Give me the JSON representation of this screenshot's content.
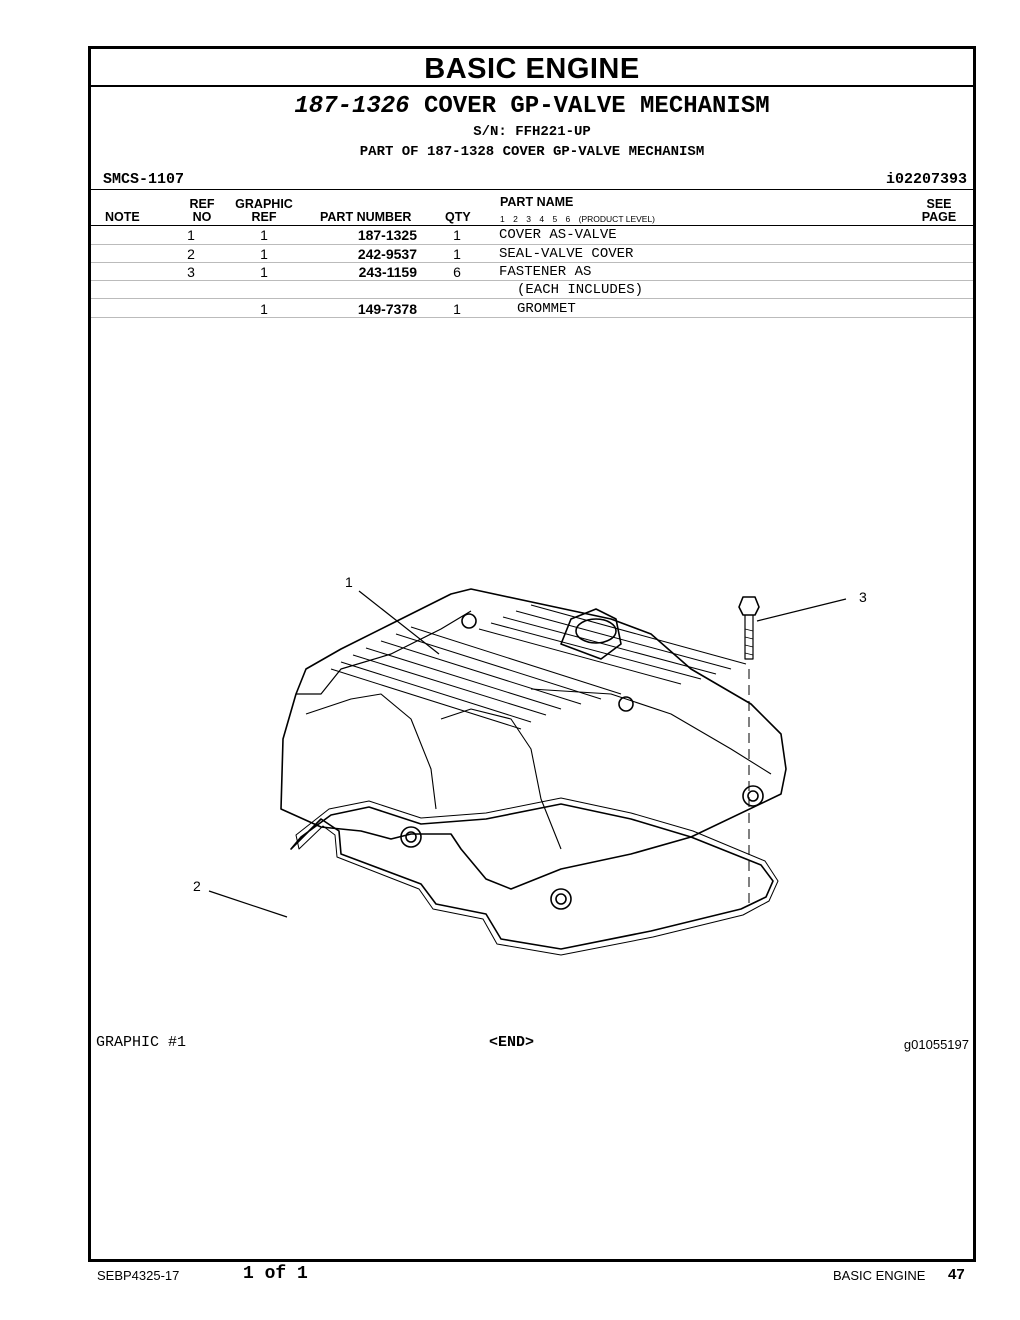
{
  "section": {
    "title": "BASIC ENGINE"
  },
  "group": {
    "part_number": "187-1326",
    "name": "COVER GP-VALVE MECHANISM",
    "serial": "S/N: FFH221-UP",
    "part_of": "PART OF 187-1328 COVER GP-VALVE MECHANISM",
    "smcs": "SMCS-1107",
    "id": "i02207393"
  },
  "columns": {
    "note": "NOTE",
    "ref_no_1": "REF",
    "ref_no_2": "NO",
    "graphic_ref_1": "GRAPHIC",
    "graphic_ref_2": "REF",
    "part_number": "PART NUMBER",
    "qty": "QTY",
    "part_name": "PART NAME",
    "product_levels": [
      "1",
      "2",
      "3",
      "4",
      "5",
      "6"
    ],
    "product_level_label": "(PRODUCT LEVEL)",
    "see_page_1": "SEE",
    "see_page_2": "PAGE"
  },
  "rows": [
    {
      "note": "",
      "ref_no": "1",
      "graphic_ref": "1",
      "part_number": "187-1325",
      "qty": "1",
      "part_name": "COVER AS-VALVE",
      "indent": 0
    },
    {
      "note": "",
      "ref_no": "2",
      "graphic_ref": "1",
      "part_number": "242-9537",
      "qty": "1",
      "part_name": "SEAL-VALVE COVER",
      "indent": 0
    },
    {
      "note": "",
      "ref_no": "3",
      "graphic_ref": "1",
      "part_number": "243-1159",
      "qty": "6",
      "part_name": "FASTENER AS",
      "indent": 0
    },
    {
      "note": "",
      "ref_no": "",
      "graphic_ref": "",
      "part_number": "",
      "qty": "",
      "part_name": "(EACH INCLUDES)",
      "indent": 1
    },
    {
      "note": "",
      "ref_no": "",
      "graphic_ref": "1",
      "part_number": "149-7378",
      "qty": "1",
      "part_name": "GROMMET",
      "indent": 1
    }
  ],
  "graphic": {
    "label": "GRAPHIC #1",
    "end": "<END>",
    "id": "g01055197",
    "callouts": [
      "1",
      "2",
      "3"
    ]
  },
  "footer": {
    "doc_number": "SEBP4325-17",
    "page_of": "1 of 1",
    "section": "BASIC ENGINE",
    "page": "47"
  }
}
